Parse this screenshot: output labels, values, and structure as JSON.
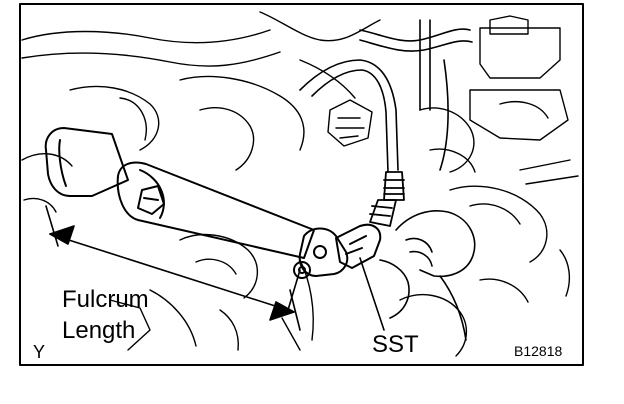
{
  "labels": {
    "fulcrum": "Fulcrum",
    "length": "Length",
    "sst": "SST",
    "figure_code": "B12818",
    "corner_mark": "Y"
  },
  "colors": {
    "ink": "#000000",
    "paper": "#ffffff"
  }
}
